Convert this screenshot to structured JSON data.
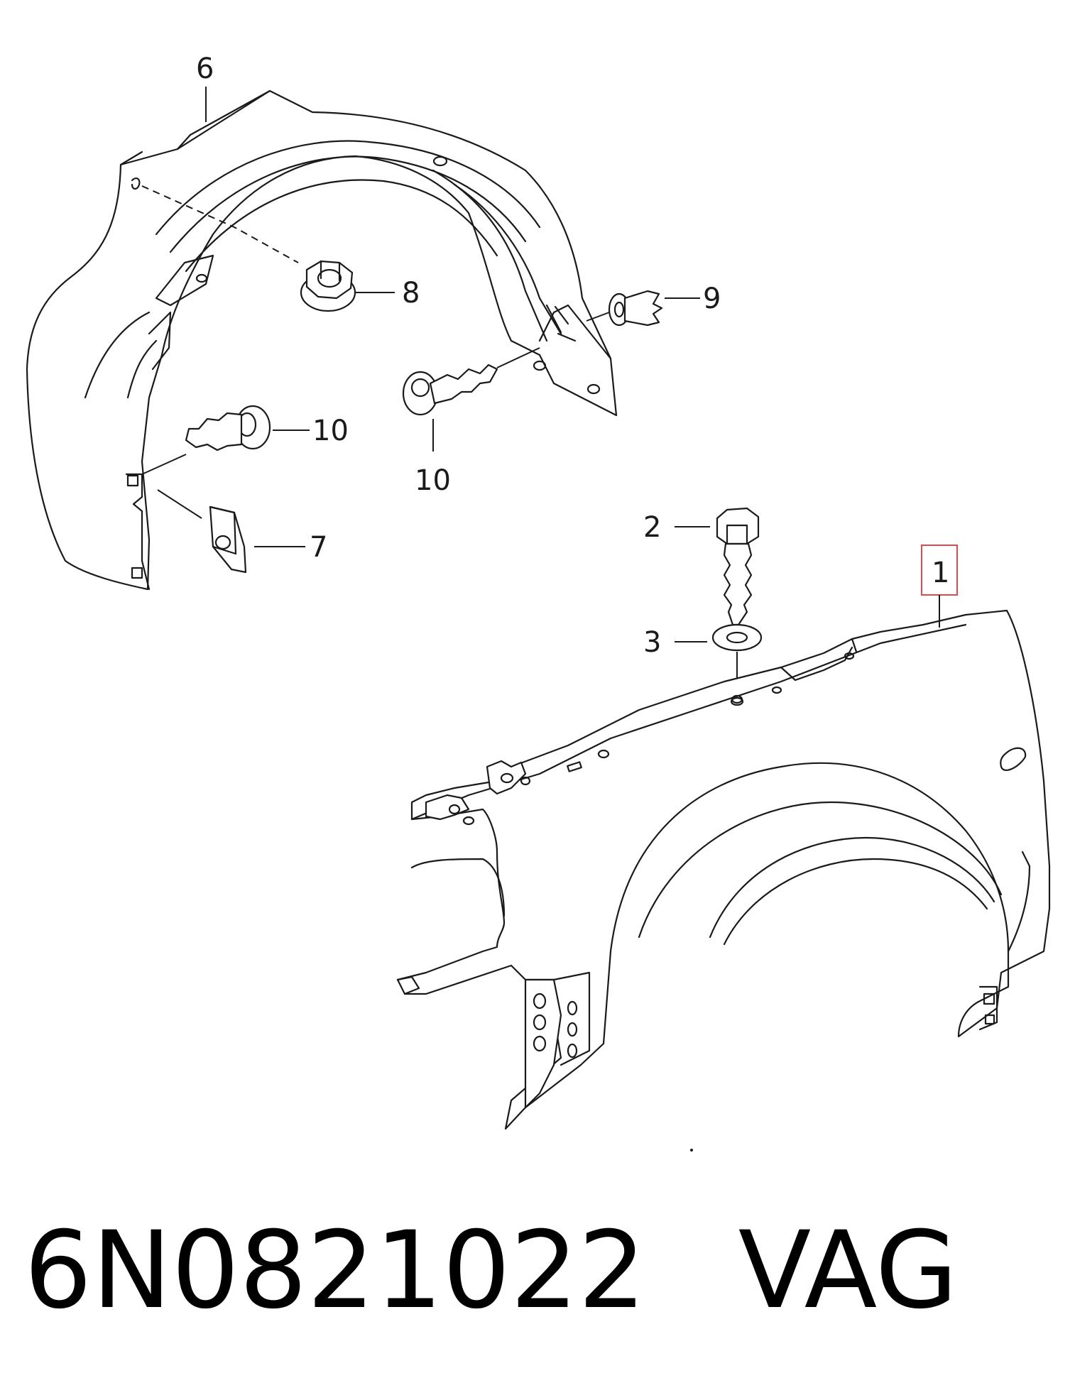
{
  "callouts": {
    "c1": "1",
    "c2": "2",
    "c3": "3",
    "c6": "6",
    "c7": "7",
    "c8": "8",
    "c9": "9",
    "c10a": "10",
    "c10b": "10"
  },
  "caption": {
    "part_number": "6N0821022",
    "brand": "VAG"
  },
  "colors": {
    "line": "#1a1a1a",
    "highlight": "#e04a4a"
  }
}
